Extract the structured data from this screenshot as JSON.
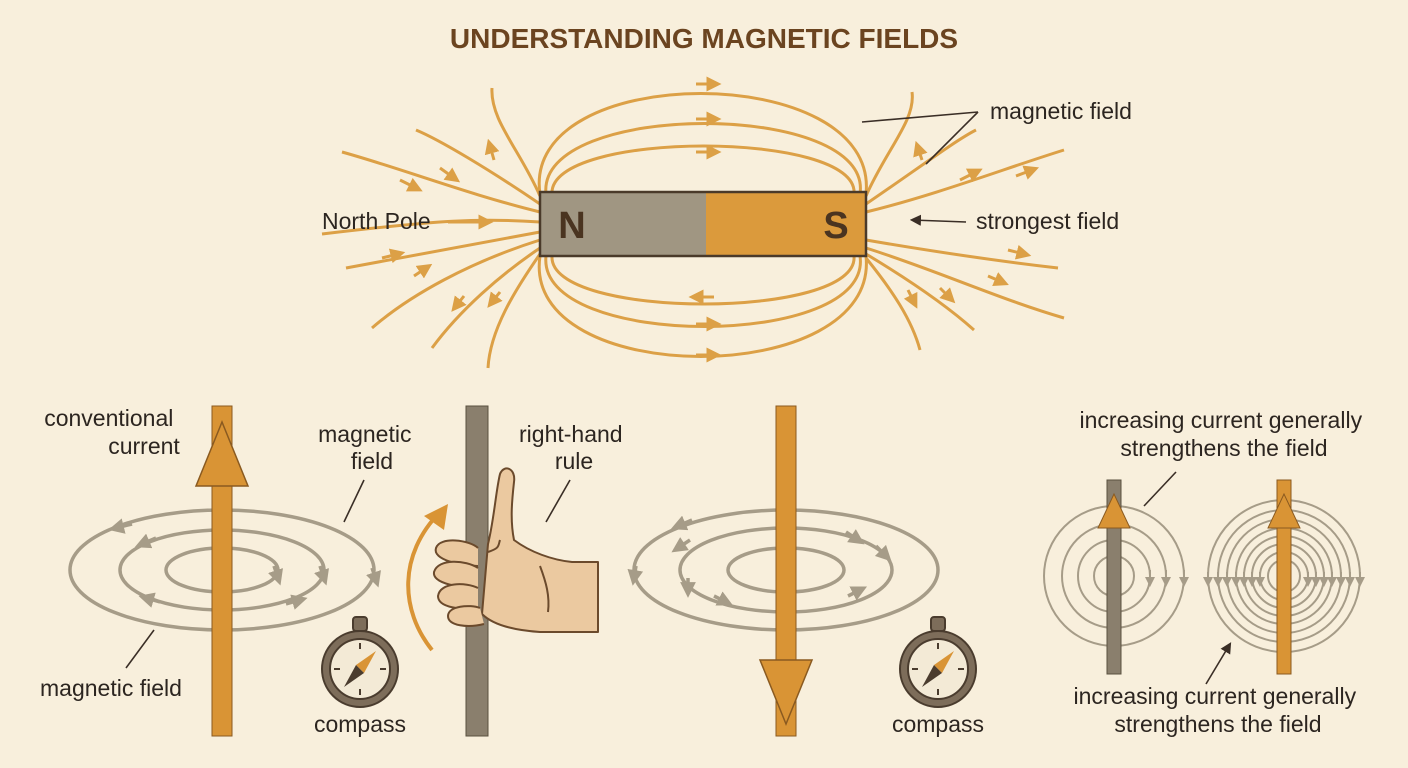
{
  "title": "UNDERSTANDING MAGNETIC FIELDS",
  "bar_magnet": {
    "north_letter": "N",
    "south_letter": "S",
    "labels": {
      "north_pole": "North Pole",
      "magnetic_field": "magnetic field",
      "strongest_field": "strongest field"
    }
  },
  "wire_up": {
    "labels": {
      "conventional_current": [
        "conventional",
        "current"
      ],
      "magnetic_field_top": [
        "magnetic",
        "field"
      ],
      "magnetic_field_bottom": "magnetic field",
      "compass": "compass"
    }
  },
  "hand": {
    "labels": {
      "right_hand_rule": [
        "right-hand",
        "rule"
      ]
    }
  },
  "wire_down": {
    "labels": {
      "compass": "compass"
    }
  },
  "comparison": {
    "labels": {
      "top": [
        "increasing current generally",
        "strengthens the field"
      ],
      "bottom": [
        "increasing current generally",
        "strengthens the field"
      ]
    }
  },
  "colors": {
    "background": "#f8efdc",
    "field_orange": "#dca046",
    "magnet_gray": "#a09682",
    "magnet_orange": "#db9a3c",
    "title_brown": "#6b4420",
    "wire_orange": "#d99435",
    "wire_gray": "#8a7f6d",
    "circle_gray": "#a69c88"
  },
  "icons": [
    "field-line-arrow-icon",
    "compass-icon",
    "hand-icon",
    "current-arrow-icon",
    "curved-arrow-icon"
  ]
}
